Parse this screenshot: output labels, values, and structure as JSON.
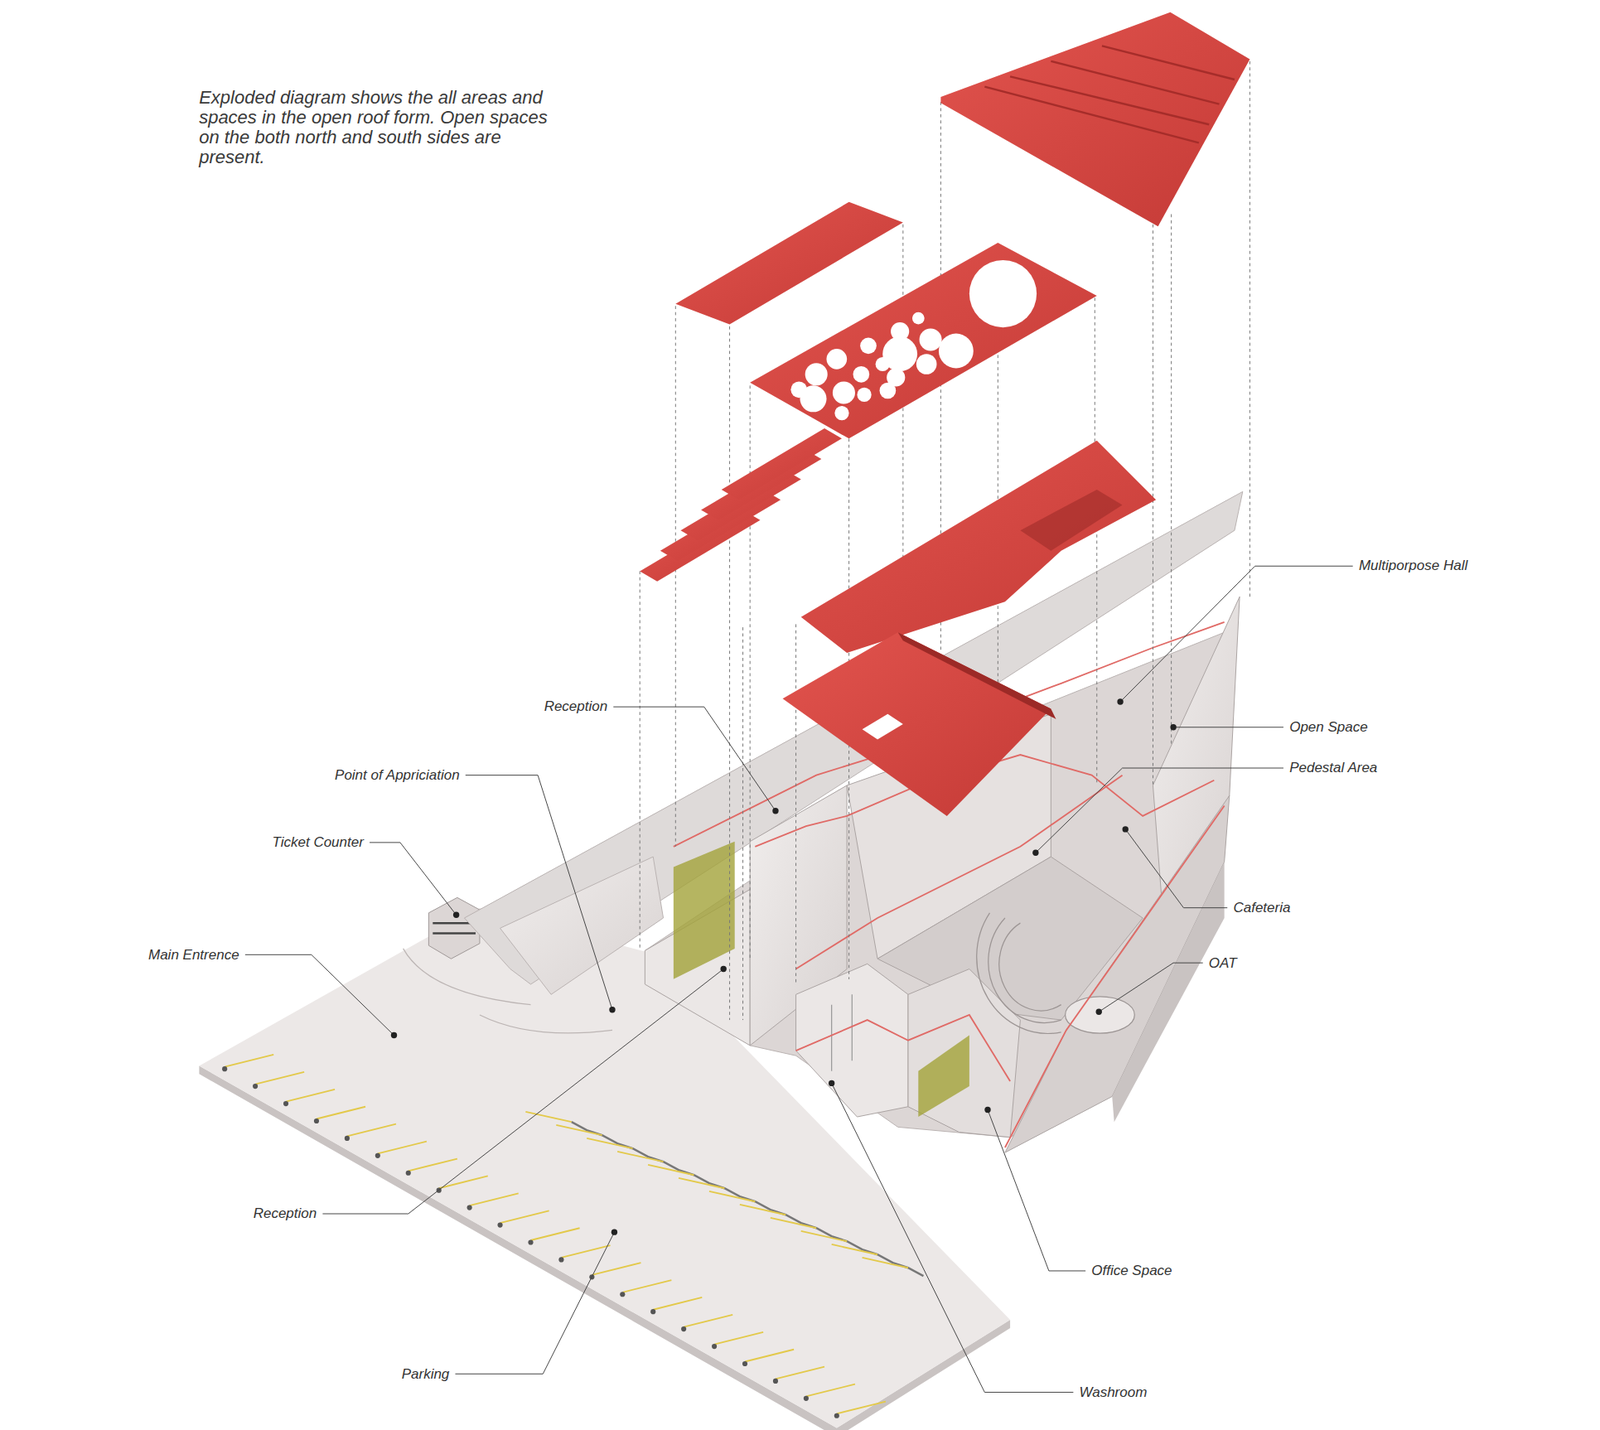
{
  "diagram": {
    "caption": "Exploded diagram shows the all areas and spaces in the open roof form. Open spaces on the both north and south sides are present.",
    "labels": [
      "Multiporpose Hall",
      "Reception",
      "Open Space",
      "Pedestal Area",
      "Point of Appriciation",
      "Ticket Counter",
      "Cafeteria",
      "Main Entrence",
      "OAT",
      "Reception",
      "Office Space",
      "Parking",
      "Washroom"
    ]
  }
}
